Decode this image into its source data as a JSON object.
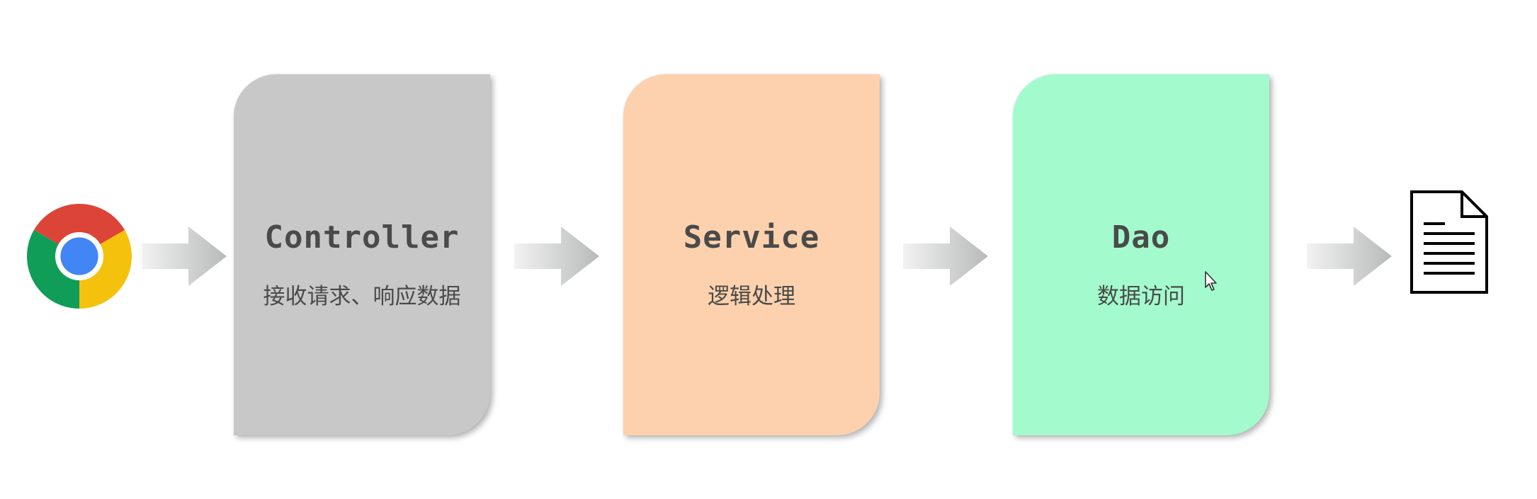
{
  "layers": [
    {
      "title": "Controller",
      "subtitle": "接收请求、响应数据",
      "color": "#c8c8c8"
    },
    {
      "title": "Service",
      "subtitle": "逻辑处理",
      "color": "#fdd1ad"
    },
    {
      "title": "Dao",
      "subtitle": "数据访问",
      "color": "#a3fbcd"
    }
  ],
  "icons": {
    "client": "browser-icon",
    "data_store": "document-icon",
    "pointer": "cursor-icon"
  },
  "colors": {
    "arrow": "#c0c2c2",
    "text": "#4a4a4a"
  }
}
